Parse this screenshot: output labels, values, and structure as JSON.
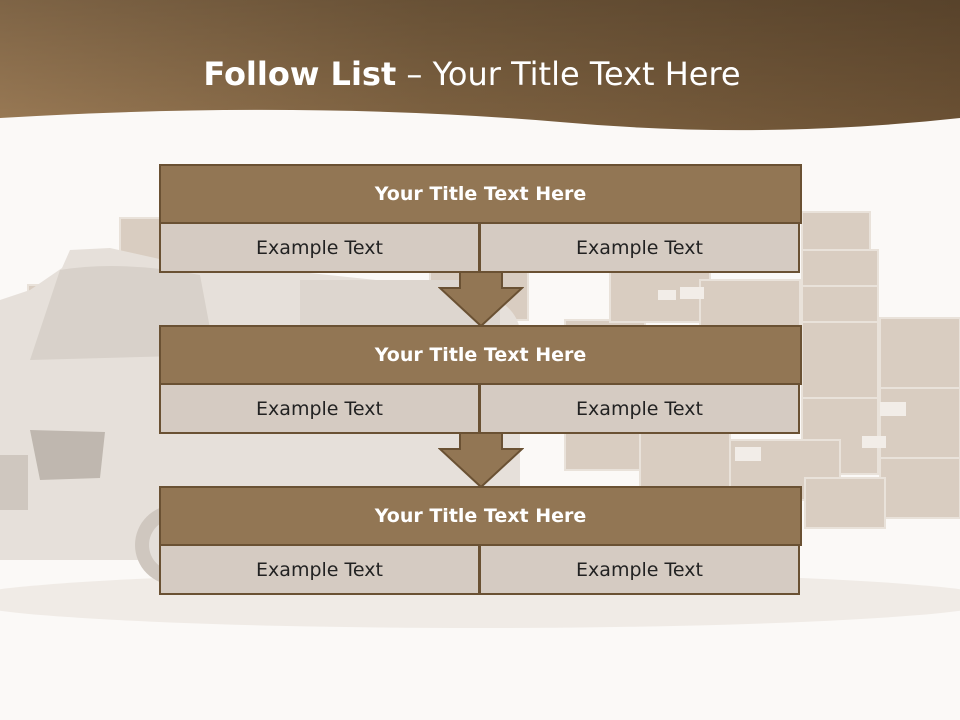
{
  "header": {
    "title_bold": "Follow List",
    "title_sep": " – ",
    "title_rest": "Your Title Text Here"
  },
  "colors": {
    "band": "#7d6140",
    "block_head": "#927654",
    "block_border": "#6a5133",
    "cell": "#d5cbc2"
  },
  "steps": [
    {
      "title": "Your Title Text Here",
      "left": "Example Text",
      "right": "Example Text"
    },
    {
      "title": "Your Title Text Here",
      "left": "Example Text",
      "right": "Example Text"
    },
    {
      "title": "Your Title Text Here",
      "left": "Example Text",
      "right": "Example Text"
    }
  ]
}
